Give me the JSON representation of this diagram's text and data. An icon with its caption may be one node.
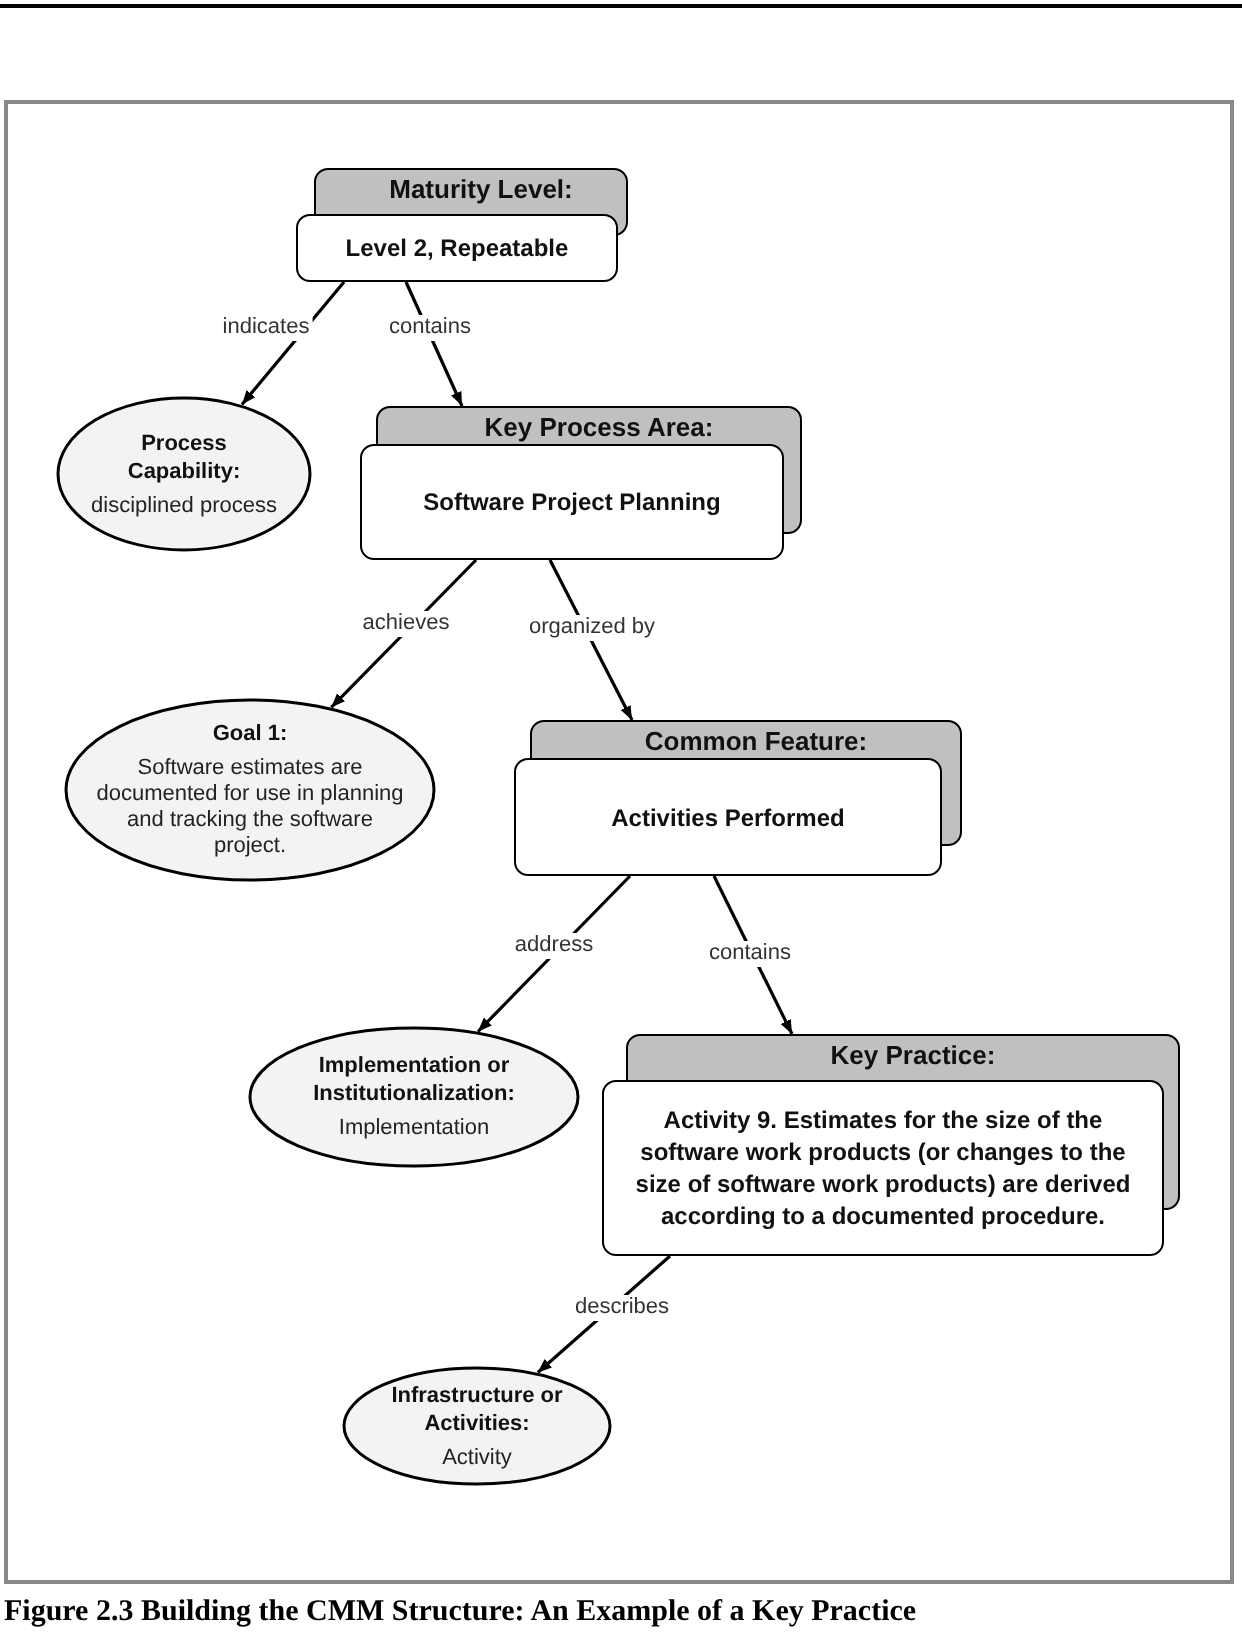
{
  "diagram": {
    "caption": "Figure 2.3 Building the CMM Structure: An Example of a Key Practice",
    "nodes": [
      {
        "text": [
          "Maturity Level:",
          "Level 2, Repeatable"
        ]
      },
      {
        "text": [
          "Process Capability:",
          "disciplined process"
        ]
      },
      {
        "text": [
          "Key Process Area:",
          "Software Project Planning"
        ]
      },
      {
        "text": [
          "Goal 1:",
          "Software estimates are documented for use in planning and tracking the software project."
        ]
      },
      {
        "text": [
          "Common Feature:",
          "Activities Performed"
        ]
      },
      {
        "text": [
          "Implementation or Institutionalization:",
          "Implementation"
        ]
      },
      {
        "text": [
          "Key Practice:",
          "Activity 9. Estimates for the size of the software work products (or changes to the size of software work products) are derived according to a documented procedure."
        ]
      },
      {
        "text": [
          "Infrastructure or Activities:",
          "Activity"
        ]
      }
    ],
    "edges": [
      {
        "from": 0,
        "to": 1,
        "arrow": "to",
        "label": "indicates"
      },
      {
        "from": 0,
        "to": 2,
        "arrow": "to",
        "label": "contains"
      },
      {
        "from": 2,
        "to": 3,
        "arrow": "to",
        "label": "achieves"
      },
      {
        "from": 2,
        "to": 4,
        "arrow": "to",
        "label": "organized by"
      },
      {
        "from": 4,
        "to": 5,
        "arrow": "to",
        "label": "address"
      },
      {
        "from": 4,
        "to": 6,
        "arrow": "to",
        "label": "contains"
      },
      {
        "from": 6,
        "to": 7,
        "arrow": "to",
        "label": "describes"
      }
    ]
  }
}
